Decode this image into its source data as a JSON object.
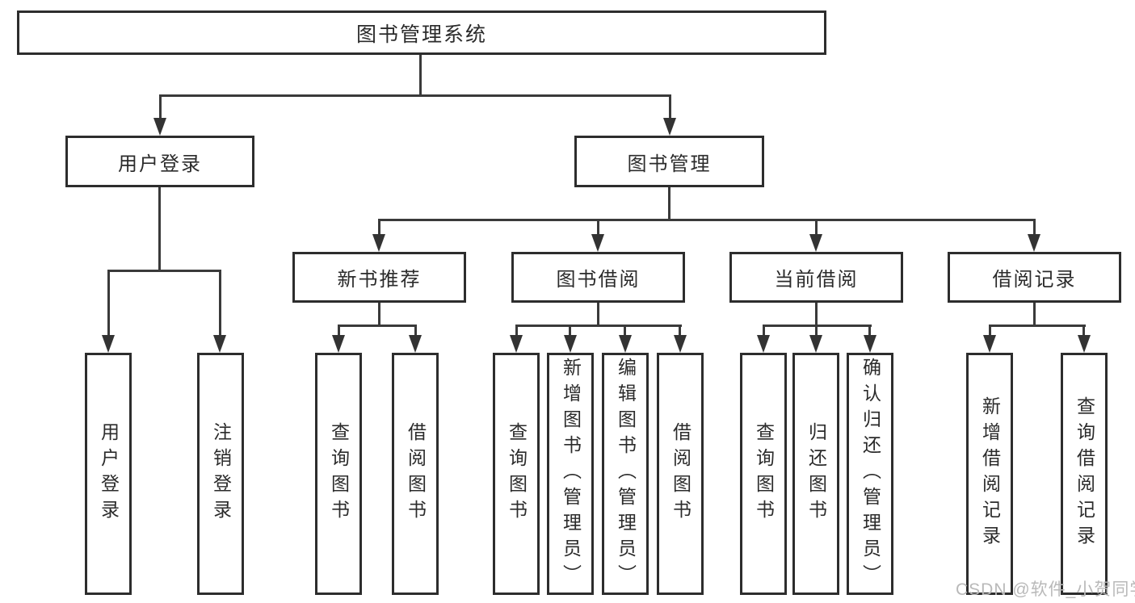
{
  "tree": {
    "label": "图书管理系统",
    "children": [
      {
        "label": "用户登录",
        "children": [
          {
            "label": "用户登录"
          },
          {
            "label": "注销登录"
          }
        ]
      },
      {
        "label": "图书管理",
        "children": [
          {
            "label": "新书推荐",
            "children": [
              {
                "label": "查询图书"
              },
              {
                "label": "借阅图书"
              }
            ]
          },
          {
            "label": "图书借阅",
            "children": [
              {
                "label": "查询图书"
              },
              {
                "label": "新增图书（管理员）"
              },
              {
                "label": "编辑图书（管理员）"
              },
              {
                "label": "借阅图书"
              }
            ]
          },
          {
            "label": "当前借阅",
            "children": [
              {
                "label": "查询图书"
              },
              {
                "label": "归还图书"
              },
              {
                "label": "确认归还（管理员）"
              }
            ]
          },
          {
            "label": "借阅记录",
            "children": [
              {
                "label": "新增借阅记录"
              },
              {
                "label": "查询借阅记录"
              }
            ]
          }
        ]
      }
    ]
  },
  "watermark": {
    "text": "CSDN @软件_小贺同学"
  },
  "colors": {
    "background": "#ffffff",
    "box_border": "#2d2d2d",
    "connector_line": "#3a3a3a",
    "arrowhead": "#333333",
    "text": "#2b2b2b",
    "watermark": "#b9b9b9"
  }
}
